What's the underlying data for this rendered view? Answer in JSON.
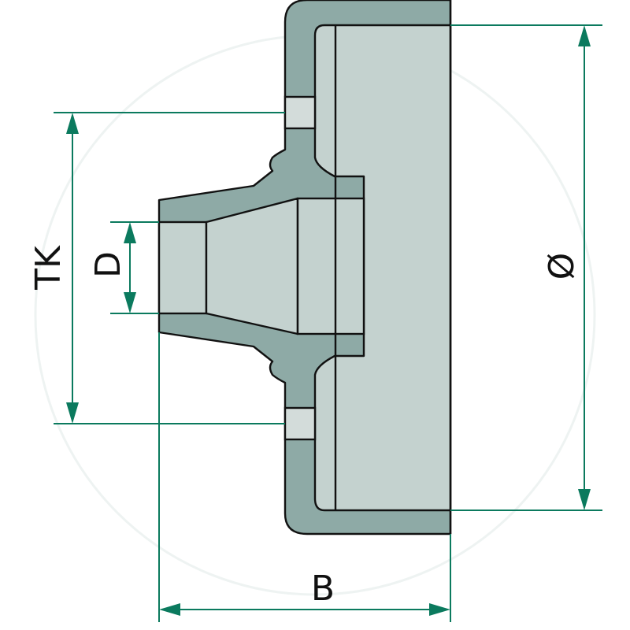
{
  "colors": {
    "body_fill": "#8eaaa6",
    "inner_fill": "#c4d2cf",
    "hole_fill": "#d3dcda",
    "outline": "#111111",
    "dimension_line": "#0b7a5e",
    "watermark": "#eef3f2"
  },
  "labels": {
    "tk": "TK",
    "d": "D",
    "diameter": "Ø",
    "b": "B"
  }
}
